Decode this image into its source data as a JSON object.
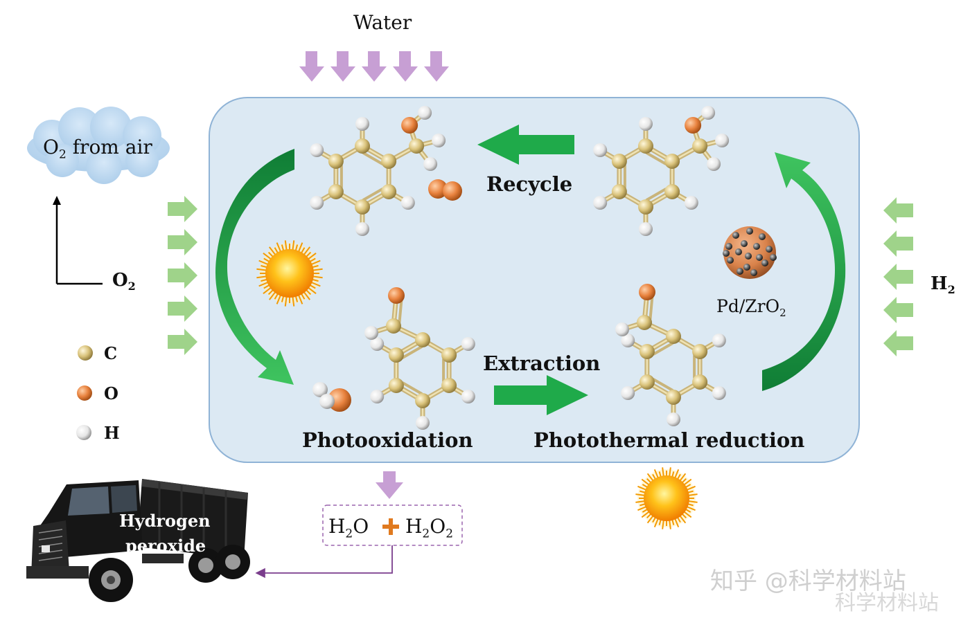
{
  "labels": {
    "water": "Water",
    "o2_air_prefix": "O",
    "o2_air_sub": "2",
    "o2_air_suffix": " from air",
    "o2_prefix": "O",
    "o2_sub": "2",
    "h2_prefix": "H",
    "h2_sub": "2",
    "recycle": "Recycle",
    "extraction": "Extraction",
    "photooxidation": "Photooxidation",
    "photothermal": "Photothermal reduction",
    "catalyst_prefix": "Pd/ZrO",
    "catalyst_sub": "2",
    "truck_line1": "Hydrogen",
    "truck_line2": "peroxide",
    "prod_h2o_a": "H",
    "prod_h2o_sub": "2",
    "prod_h2o_b": "O",
    "prod_h2o2_a": "H",
    "prod_h2o2_sub1": "2",
    "prod_h2o2_b": "O",
    "prod_h2o2_sub2": "2"
  },
  "legend": [
    {
      "symbol": "C",
      "color": "#d9c27a"
    },
    {
      "symbol": "O",
      "color": "#e8823e"
    },
    {
      "symbol": "H",
      "color": "#f2f2f2"
    }
  ],
  "watermark": {
    "line1": "知乎 @科学材料站",
    "line2": "科学材料站"
  },
  "colors": {
    "panel": "#dce9f3",
    "panel_border": "#8fb3d6",
    "green_arrow": "#1faa4a",
    "light_green": "#9fd38a",
    "purple": "#c79fd4",
    "orange_plus": "#e07a1f"
  }
}
